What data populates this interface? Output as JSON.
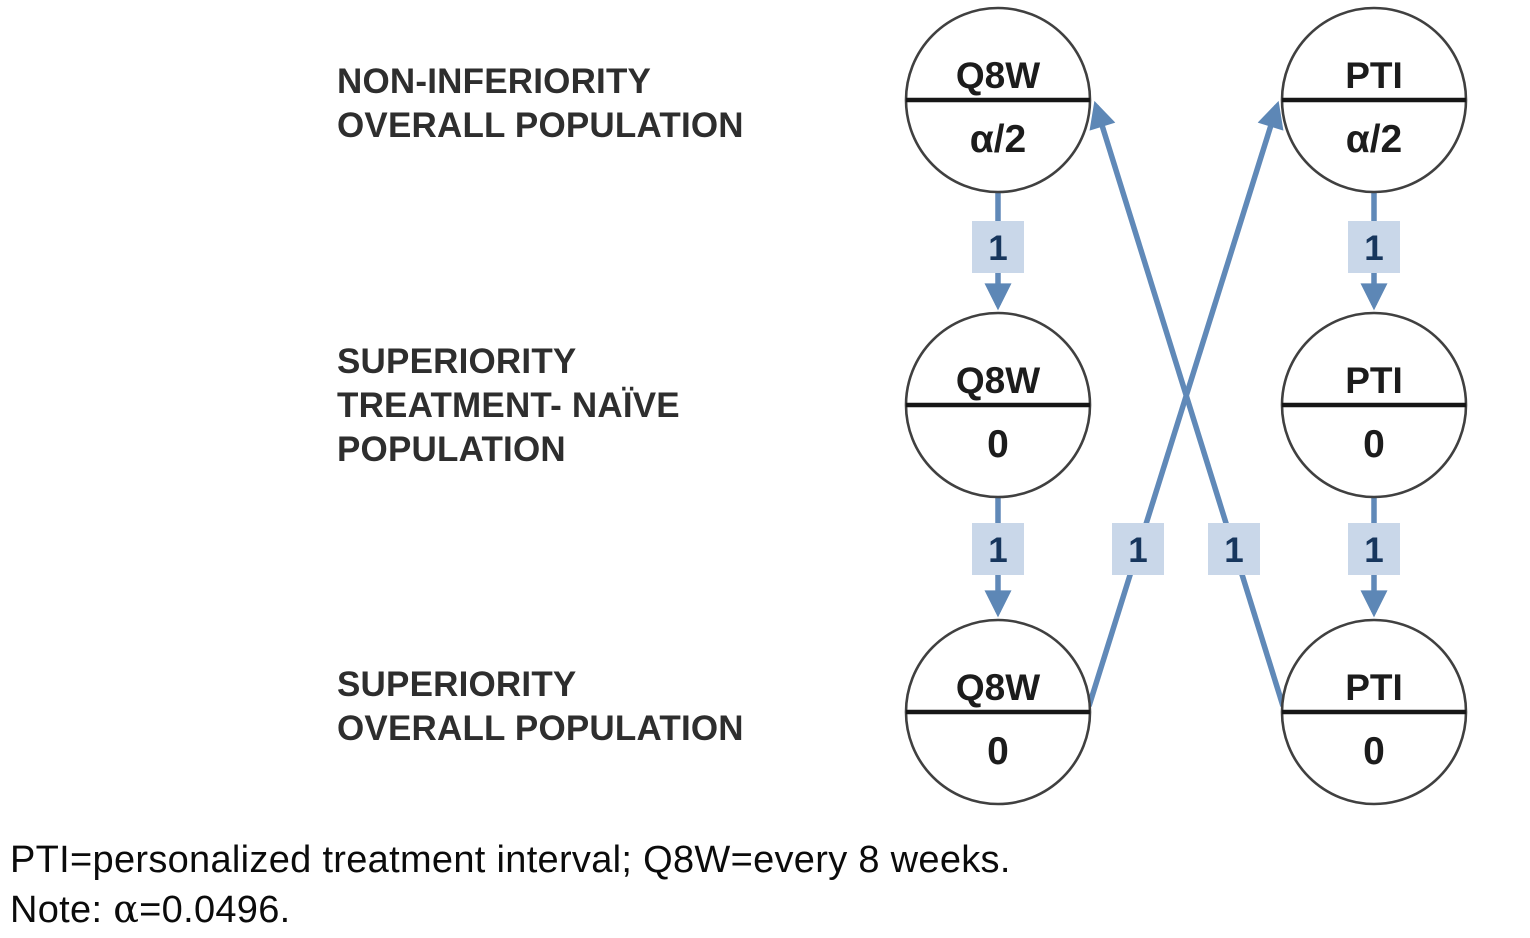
{
  "figure": {
    "type": "graphical-testing-procedure-diagram",
    "row_labels": [
      {
        "lines": [
          "NON-INFERIORITY",
          "OVERALL POPULATION"
        ]
      },
      {
        "lines": [
          "SUPERIORITY",
          "TREATMENT- NAÏVE",
          "POPULATION"
        ]
      },
      {
        "lines": [
          "SUPERIORITY",
          "OVERALL POPULATION"
        ]
      }
    ],
    "nodes": [
      {
        "id": "non-inferiority-overall-q8w",
        "treatment": "Q8W",
        "alpha": "α/2"
      },
      {
        "id": "non-inferiority-overall-pti",
        "treatment": "PTI",
        "alpha": "α/2"
      },
      {
        "id": "superiority-naive-q8w",
        "treatment": "Q8W",
        "alpha": "0"
      },
      {
        "id": "superiority-naive-pti",
        "treatment": "PTI",
        "alpha": "0"
      },
      {
        "id": "superiority-overall-q8w",
        "treatment": "Q8W",
        "alpha": "0"
      },
      {
        "id": "superiority-overall-pti",
        "treatment": "PTI",
        "alpha": "0"
      }
    ],
    "edges": [
      {
        "from": "non-inferiority-overall-q8w",
        "to": "superiority-naive-q8w",
        "weight": "1"
      },
      {
        "from": "non-inferiority-overall-pti",
        "to": "superiority-naive-pti",
        "weight": "1"
      },
      {
        "from": "superiority-naive-q8w",
        "to": "superiority-overall-q8w",
        "weight": "1"
      },
      {
        "from": "superiority-naive-pti",
        "to": "superiority-overall-pti",
        "weight": "1"
      },
      {
        "from": "superiority-overall-q8w",
        "to": "non-inferiority-overall-pti",
        "weight": "1"
      },
      {
        "from": "superiority-overall-pti",
        "to": "non-inferiority-overall-q8w",
        "weight": "1"
      }
    ],
    "footnote": {
      "line1": "PTI=personalized treatment interval; Q8W=every 8 weeks.",
      "line2_prefix": "Note: ",
      "line2_alpha": "α",
      "line2_rest": "=0.0496."
    },
    "colors": {
      "edge": "#6089b8",
      "arrowhead": "#5d87b6",
      "weight_box_fill": "#c9d7e9",
      "weight_text": "#17365d",
      "circle_stroke": "#404040",
      "divider": "#161616",
      "label_text": "#2e2e2e",
      "footnote_text": "#0b0b0b",
      "background": "#ffffff"
    }
  }
}
